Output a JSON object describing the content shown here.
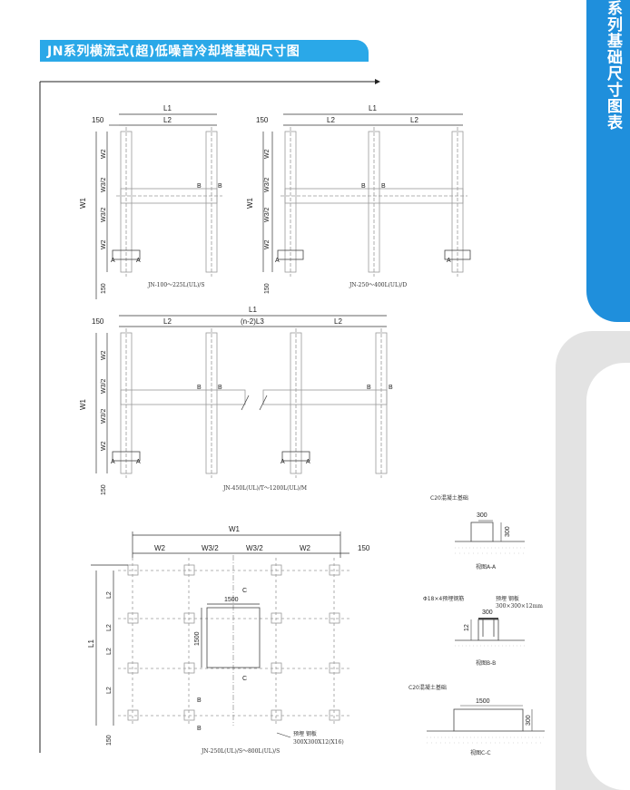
{
  "header": {
    "title": "JN系列横流式(超)低噪音冷却塔基础尺寸图"
  },
  "side_tab": {
    "text": "系列基础尺寸图表"
  },
  "labels": {
    "L1": "L1",
    "L2": "L2",
    "W1": "W1",
    "W2": "W2",
    "W32": "W3/2",
    "n2L3": "(n-2)L3",
    "dim150": "150",
    "dim1500": "1500",
    "dim300": "300",
    "A": "A",
    "B": "B",
    "C": "C"
  },
  "captions": {
    "d1": "JN-100～225L(UL)/S",
    "d2": "JN-250～400L(UL)/D",
    "d3": "JN-450L(UL)/T～1200L(UL)/M",
    "d4": "JN-250L(UL)/S～800L(UL)/S"
  },
  "notes": {
    "plate_label": "预埋 钢板",
    "plate_size": "300X300X12(X16)",
    "c20_base": "C20混凝土基础",
    "view_aa": "视图A-A",
    "rebar": "Φ18×4预埋钢筋",
    "plate_bb1": "预埋 钢板",
    "plate_bb2": "300×300×12mm",
    "view_bb": "视图B-B",
    "view_cc": "视图C-C",
    "dim12": "12"
  },
  "colors": {
    "accent": "#2aa8e8",
    "side": "#1f8fdc",
    "line": "#444444",
    "struct": "#9a9a9a"
  }
}
